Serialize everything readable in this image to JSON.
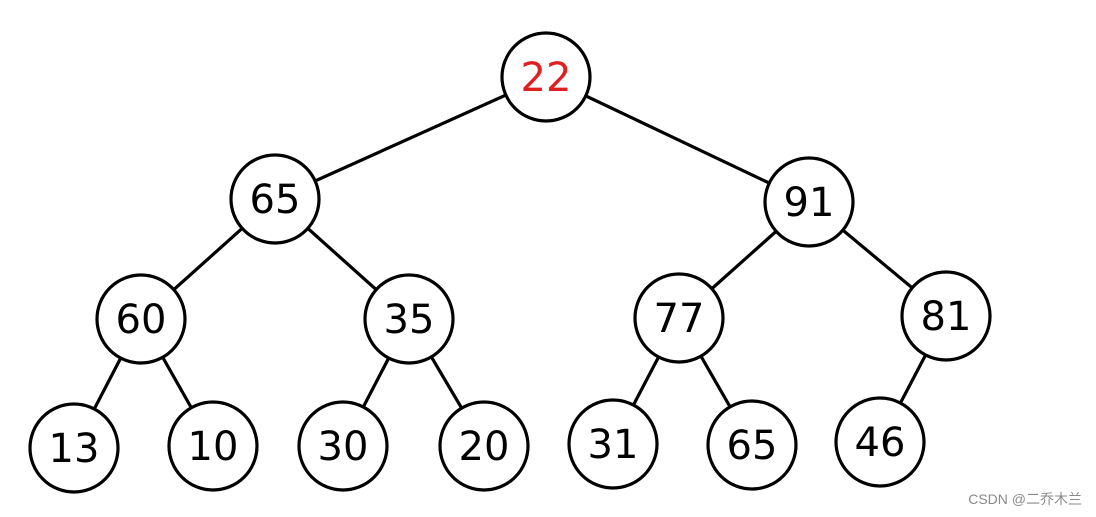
{
  "tree": {
    "highlight_color": "#e02020",
    "default_text_color": "#000000",
    "nodes": [
      {
        "id": "n0",
        "value": "22",
        "highlighted": true
      },
      {
        "id": "n1",
        "value": "65"
      },
      {
        "id": "n2",
        "value": "91"
      },
      {
        "id": "n3",
        "value": "60"
      },
      {
        "id": "n4",
        "value": "35"
      },
      {
        "id": "n5",
        "value": "77"
      },
      {
        "id": "n6",
        "value": "81"
      },
      {
        "id": "n7",
        "value": "13"
      },
      {
        "id": "n8",
        "value": "10"
      },
      {
        "id": "n9",
        "value": "30"
      },
      {
        "id": "n10",
        "value": "20"
      },
      {
        "id": "n11",
        "value": "31"
      },
      {
        "id": "n12",
        "value": "65"
      },
      {
        "id": "n13",
        "value": "46"
      }
    ],
    "edges": [
      [
        "n0",
        "n1"
      ],
      [
        "n0",
        "n2"
      ],
      [
        "n1",
        "n3"
      ],
      [
        "n1",
        "n4"
      ],
      [
        "n2",
        "n5"
      ],
      [
        "n2",
        "n6"
      ],
      [
        "n3",
        "n7"
      ],
      [
        "n3",
        "n8"
      ],
      [
        "n4",
        "n9"
      ],
      [
        "n4",
        "n10"
      ],
      [
        "n5",
        "n11"
      ],
      [
        "n5",
        "n12"
      ],
      [
        "n6",
        "n13"
      ]
    ]
  },
  "watermark": "CSDN @二乔木兰"
}
